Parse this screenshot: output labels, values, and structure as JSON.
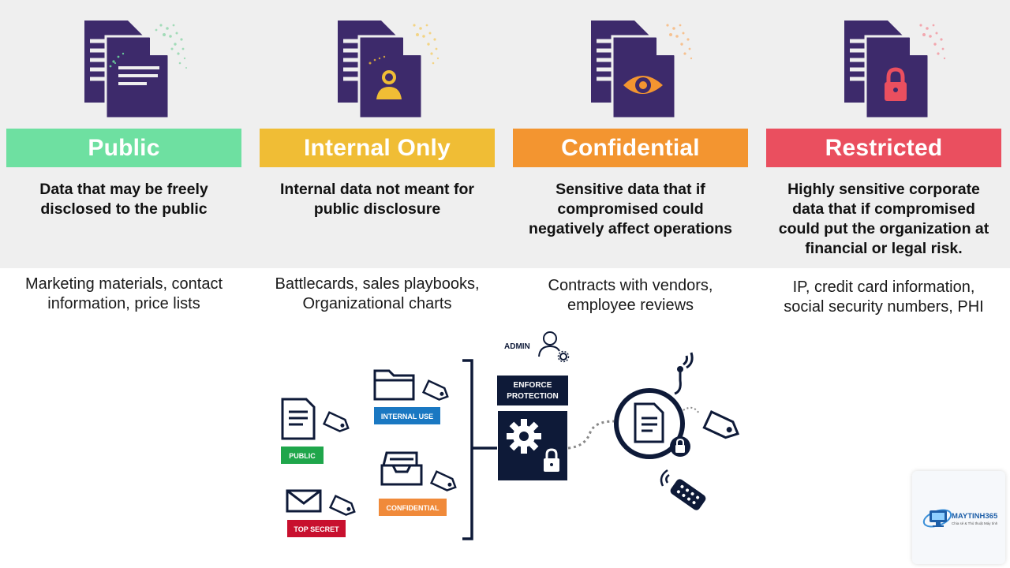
{
  "categories": [
    {
      "title": "Public",
      "color": "#6ee0a1",
      "accent": "#6ee0a1",
      "icon": "document-lines-icon",
      "description": [
        "Data that may be freely",
        "disclosed to the public"
      ],
      "examples": [
        "Marketing materials, contact",
        "information, price lists"
      ]
    },
    {
      "title": "Internal Only",
      "color": "#f0bd35",
      "accent": "#f0bd35",
      "icon": "person-icon",
      "description": [
        "Internal data not meant for",
        "public disclosure"
      ],
      "examples": [
        "Battlecards, sales playbooks,",
        "Organizational charts"
      ]
    },
    {
      "title": "Confidential",
      "color": "#f39530",
      "accent": "#f39530",
      "icon": "eye-icon",
      "description": [
        "Sensitive data that if",
        "compromised could",
        "negatively affect operations"
      ],
      "examples": [
        "Contracts with vendors,",
        "employee reviews"
      ]
    },
    {
      "title": "Restricted",
      "color": "#ea4f5f",
      "accent": "#ea4f5f",
      "icon": "padlock-icon",
      "description": [
        "Highly sensitive corporate",
        "data that if compromised",
        "could put the organization at",
        "financial or legal risk."
      ],
      "examples": [
        "IP, credit card information,",
        "social security numbers, PHI"
      ]
    }
  ],
  "diagram": {
    "admin_label": "ADMIN",
    "enforce_label": [
      "ENFORCE",
      "PROTECTION"
    ],
    "tags": {
      "public": "PUBLIC",
      "internal": "INTERNAL USE",
      "confidential": "CONFIDENTIAL",
      "top_secret": "TOP SECRET"
    },
    "tag_colors": {
      "public": "#1fa64b",
      "internal": "#1a78c2",
      "confidential": "#f08a3a",
      "top_secret": "#c8102e",
      "navy": "#0e1a38"
    }
  },
  "watermark": {
    "name": "MAYTINH365",
    "subtitle": "Chia sẻ & Thủ thuật Máy tính"
  },
  "colors": {
    "doc_purple": "#3d2a6b",
    "band_bg": "#efefef"
  }
}
